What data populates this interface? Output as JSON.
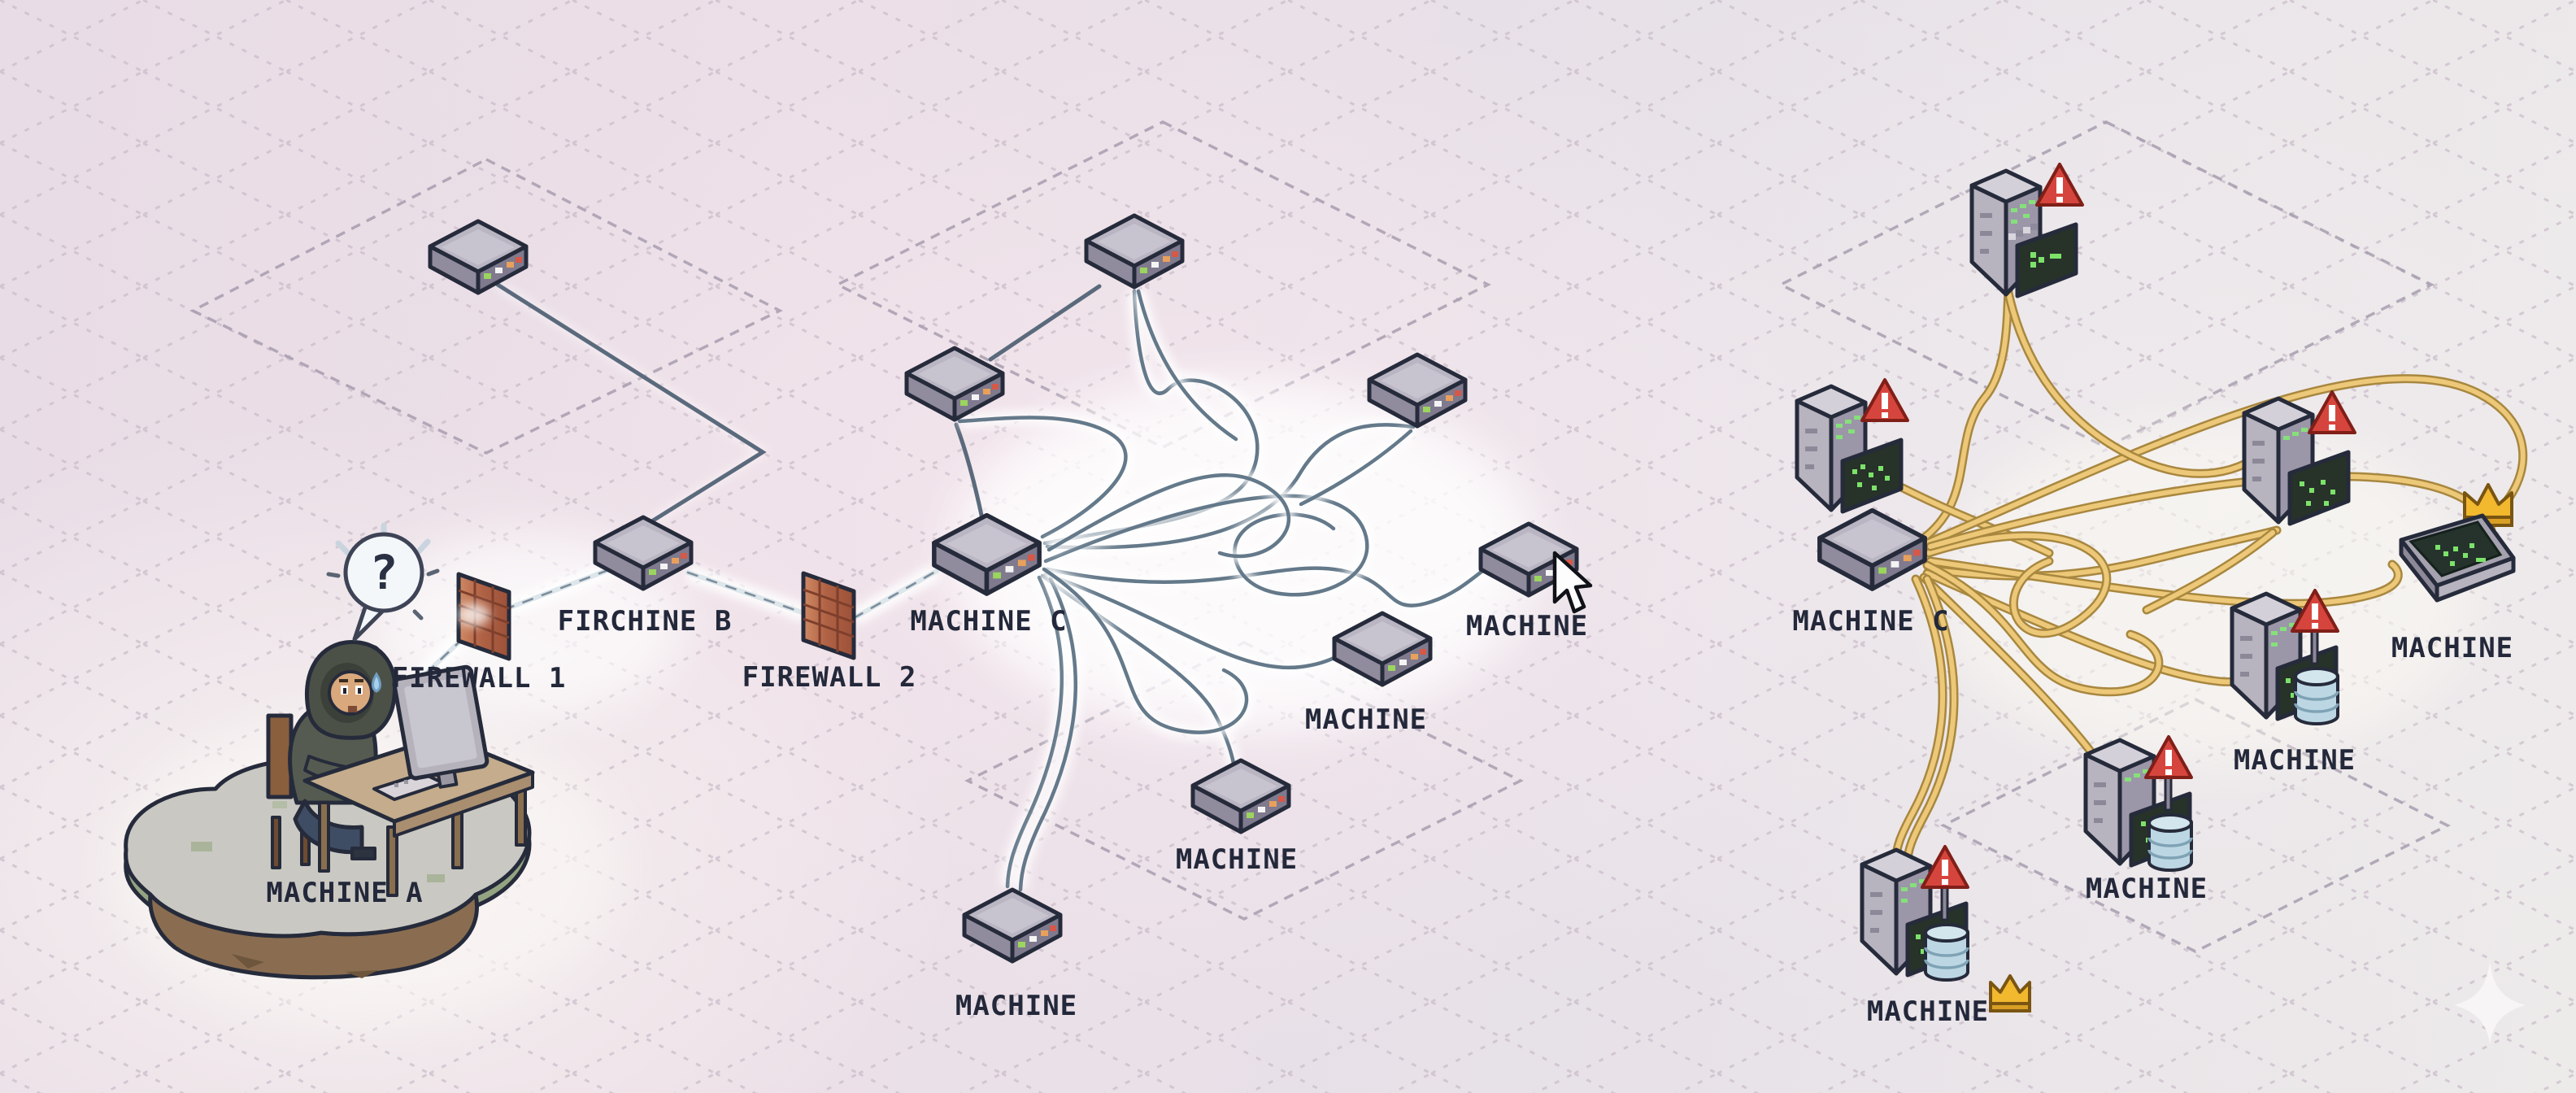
{
  "diagram": {
    "type": "isometric pixel-art network hacking diagram",
    "panels": [
      "workstation behind firewalls",
      "clean network with tangled links",
      "compromised network with alerts"
    ]
  },
  "left_cluster": {
    "machine_a_label": "MACHINE A",
    "question_bubble": "?",
    "firewall_1_label": "FIREWALL 1",
    "relay_label": "FIRCHINE B",
    "firewall_2_label": "FIREWALL 2",
    "character": "hooded-hacker-at-desk"
  },
  "middle_cluster": {
    "hub_label": "MACHINE C",
    "machines": [
      {
        "id": "top",
        "label": ""
      },
      {
        "id": "upper-left",
        "label": ""
      },
      {
        "id": "upper-right",
        "label": ""
      },
      {
        "id": "right",
        "label": "MACHINE",
        "cursor": true
      },
      {
        "id": "mid",
        "label": "MACHINE"
      },
      {
        "id": "lower",
        "label": "MACHINE"
      },
      {
        "id": "bottom",
        "label": "MACHINE"
      }
    ]
  },
  "right_cluster": {
    "hub_label": "MACHINE C",
    "servers": [
      {
        "id": "top",
        "label": "",
        "alert": true
      },
      {
        "id": "left",
        "label": "",
        "alert": true
      },
      {
        "id": "right",
        "label": "",
        "alert": true
      },
      {
        "id": "crowned-terminal",
        "label": "MACHINE",
        "alert": false,
        "crown": "large"
      },
      {
        "id": "t1",
        "label": "MACHINE",
        "alert": true,
        "database": true
      },
      {
        "id": "t2",
        "label": "MACHINE",
        "alert": true,
        "database": true
      },
      {
        "id": "t3",
        "label": "MACHINE",
        "alert": true,
        "database": true,
        "crown": "small"
      }
    ]
  },
  "palette": {
    "background": "#e9e0e7",
    "grid_line": "#c8bbc8",
    "ink_outline": "#262b3b",
    "label_ink": "#23283a",
    "wire_slate": "#5a6a7c",
    "wire_tangle": "#64798a",
    "wire_glow": "#ffffff",
    "cable_gold": "#ecc878",
    "cable_gold_edge": "#a8873f",
    "firewall_brick": "#b06245",
    "alert_red": "#d6453d",
    "crown_gold": "#f2b82e",
    "database_blue": "#bcd7e3",
    "terminal_green": "#7ce26a",
    "terminal_dark": "#25332c"
  }
}
